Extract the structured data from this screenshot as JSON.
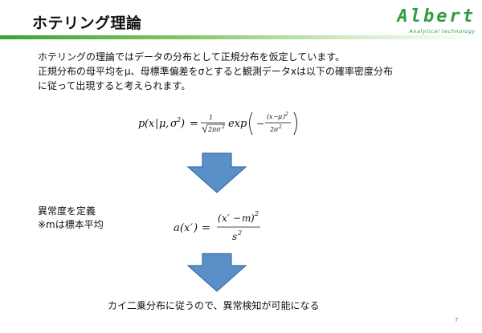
{
  "slide": {
    "title": "ホテリング理論",
    "logo": {
      "main": "Albert",
      "sub": "Analytical technology"
    },
    "intro_lines": [
      "ホテリングの理論ではデータの分布として正規分布を仮定しています。",
      "正規分布の母平均をμ、母標準偏差をσとすると観測データxは以下の確率密度分布",
      "に従って出現すると考えられます。"
    ],
    "definition_lines": [
      "異常度を定義",
      "※mは標本平均"
    ],
    "conclusion": "カイ二乗分布に従うので、異常検知が可能になる",
    "page_number": "7",
    "colors": {
      "accent": "#3aa33a",
      "arrow_fill": "#5b8fc8",
      "arrow_stroke": "#3d6fa8"
    }
  }
}
